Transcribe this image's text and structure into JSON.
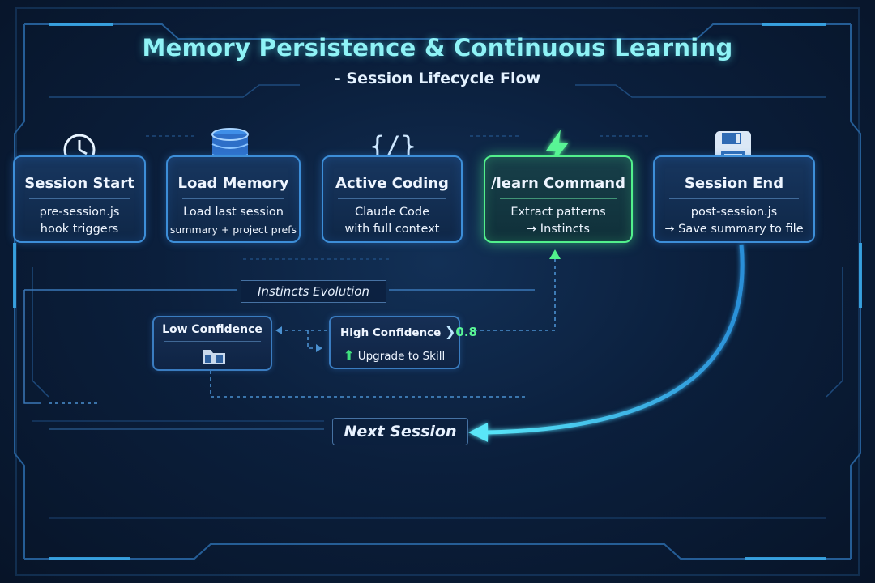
{
  "title": "Memory Persistence & Continuous Learning",
  "subtitle": "- Session Lifecycle Flow",
  "nodes": [
    {
      "title": "Session Start",
      "line1": "pre-session.js",
      "line2": "hook triggers",
      "icon": "clock-icon"
    },
    {
      "title": "Load Memory",
      "line1": "Load last session",
      "line2": "summary + project prefs",
      "icon": "database-icon"
    },
    {
      "title": "Active Coding",
      "line1": "Claude Code",
      "line2": "with full context",
      "icon": "code-braces-icon"
    },
    {
      "title": "/learn Command",
      "line1": "Extract patterns",
      "line2": "→ Instincts",
      "icon": "lightning-icon"
    },
    {
      "title": "Session End",
      "line1": "post-session.js",
      "line2": "→ Save summary to file",
      "icon": "floppy-disk-icon"
    }
  ],
  "instincts": {
    "label": "Instincts Evolution",
    "low": {
      "label": "Low Confidence",
      "icon": "folder-icon"
    },
    "high": {
      "label": "High Confidence",
      "threshold": "0.8",
      "upgrade": "Upgrade to Skill",
      "icon": "up-arrow-icon"
    }
  },
  "next_session": "Next Session",
  "colors": {
    "accent_cyan": "#3fe6f4",
    "accent_green": "#52f08c",
    "node_border": "#3d8ed8"
  }
}
